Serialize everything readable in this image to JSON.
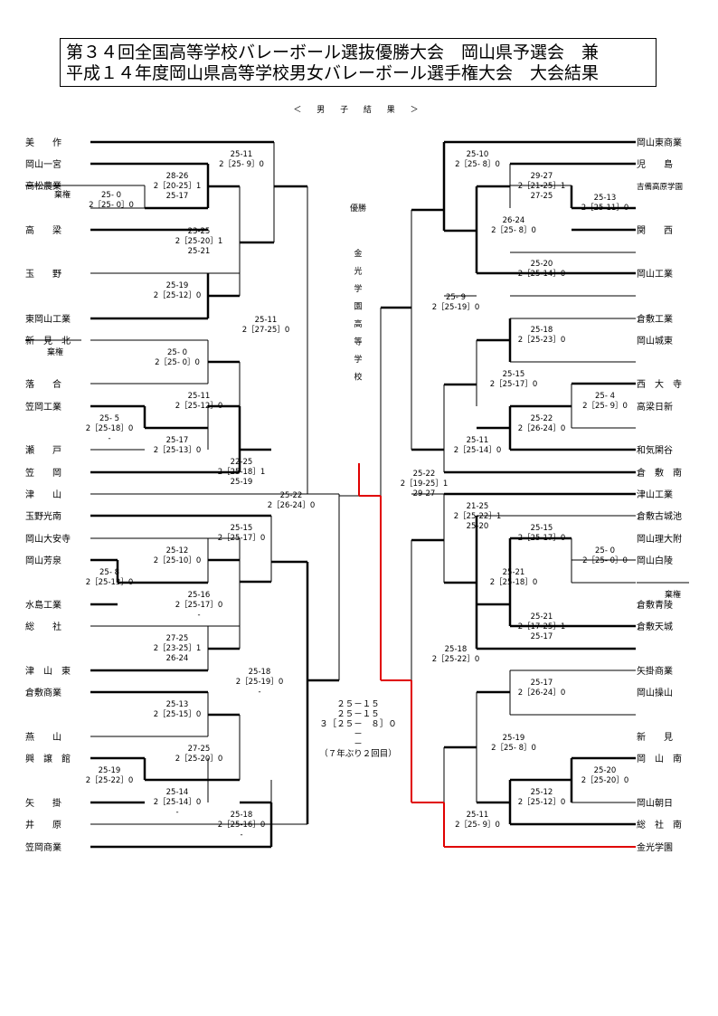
{
  "title": {
    "line1": "第３４回全国高等学校バレーボール選抜優勝大会　岡山県予選会　兼",
    "line2": "平成１４年度岡山県高等学校男女バレーボール選手権大会　大会結果"
  },
  "subtitle": "＜ 男 子 結 果 ＞",
  "left_teams": [
    "美　　作",
    "岡山一宮",
    "高松農業",
    "高　　梁",
    "玉　　野",
    "東岡山工業",
    "新　見　北",
    "落　　合",
    "笠岡工業",
    "瀬　　戸",
    "笠　　岡",
    "津　　山",
    "玉野光南",
    "岡山大安寺",
    "岡山芳泉",
    "水島工業",
    "総　　社",
    "津　山　東",
    "倉敷商業",
    "燕　　山",
    "興　譲　館",
    "矢　　掛",
    "井　　原",
    "笠岡商業"
  ],
  "right_teams": [
    "岡山東商業",
    "児　　島",
    "吉備高原学園",
    "関　　西",
    "岡山工業",
    "倉敷工業",
    "岡山城東",
    "西　大　寺",
    "高梁日新",
    "和気閑谷",
    "倉　敷　南",
    "津山工業",
    "倉敷古城池",
    "岡山理大附",
    "岡山白陵",
    "倉敷青陵",
    "倉敷天城",
    "矢掛商業",
    "岡山操山",
    "新　　見",
    "岡　山　南",
    "岡山朝日",
    "総　社　南",
    "金光学園"
  ],
  "forfeit_label": "棄権",
  "left_scores": [
    {
      "lines": [
        "25- 0",
        "2［25- 0］0"
      ]
    },
    {
      "lines": [
        "28-26",
        "2［20-25］1",
        "25-17"
      ]
    },
    {
      "lines": [
        "23-25",
        "2［25-20］1",
        "25-21"
      ]
    },
    {
      "lines": [
        "25-19",
        "2［25-12］0"
      ]
    },
    {
      "lines": [
        "25-11",
        "2［25- 9］0"
      ]
    },
    {
      "lines": [
        "25- 0",
        "2［25- 0］0"
      ]
    },
    {
      "lines": [
        "25- 5",
        "2［25-18］0",
        "-"
      ]
    },
    {
      "lines": [
        "25-11",
        "2［25-12］0"
      ]
    },
    {
      "lines": [
        "25-17",
        "2［25-13］0"
      ]
    },
    {
      "lines": [
        "22-25",
        "2［25-18］1",
        "25-19"
      ]
    },
    {
      "lines": [
        "25-11",
        "2［27-25］0"
      ]
    },
    {
      "lines": [
        "25-22",
        "2［26-24］0"
      ]
    },
    {
      "lines": [
        "25- 8",
        "2［25-13］0"
      ]
    },
    {
      "lines": [
        "25-12",
        "2［25-10］0"
      ]
    },
    {
      "lines": [
        "25-16",
        "2［25-17］0",
        "-"
      ]
    },
    {
      "lines": [
        "27-25",
        "2［23-25］1",
        "26-24"
      ]
    },
    {
      "lines": [
        "25-15",
        "2［25-17］0"
      ]
    },
    {
      "lines": [
        "25-13",
        "2［25-15］0"
      ]
    },
    {
      "lines": [
        "25-19",
        "2［25-22］0"
      ]
    },
    {
      "lines": [
        "27-25",
        "2［25-20］0"
      ]
    },
    {
      "lines": [
        "25-14",
        "2［25-14］0",
        "-"
      ]
    },
    {
      "lines": [
        "25-18",
        "2［25-16］0",
        "-"
      ]
    },
    {
      "lines": [
        "25-18",
        "2［25-19］0",
        "-"
      ]
    }
  ],
  "right_scores": [
    {
      "lines": [
        "25-10",
        "2［25- 8］0"
      ]
    },
    {
      "lines": [
        "29-27",
        "2［21-25］1",
        "27-25"
      ]
    },
    {
      "lines": [
        "25-13",
        "2［25-11］0"
      ]
    },
    {
      "lines": [
        "26-24",
        "2［25- 8］0"
      ]
    },
    {
      "lines": [
        "25-20",
        "2［25-14］0"
      ]
    },
    {
      "lines": [
        "25- 9",
        "2［25-19］0"
      ]
    },
    {
      "lines": [
        "25-18",
        "2［25-23］0"
      ]
    },
    {
      "lines": [
        "25-15",
        "2［25-17］0"
      ]
    },
    {
      "lines": [
        "25- 4",
        "2［25- 9］0"
      ]
    },
    {
      "lines": [
        "25-22",
        "2［26-24］0"
      ]
    },
    {
      "lines": [
        "25-11",
        "2［25-14］0"
      ]
    },
    {
      "lines": [
        "25-22",
        "2［19-25］1",
        "29-27"
      ]
    },
    {
      "lines": [
        "21-25",
        "2［25-22］1",
        "25-20"
      ]
    },
    {
      "lines": [
        "25-15",
        "2［25-17］0"
      ]
    },
    {
      "lines": [
        "25- 0",
        "2［25- 0］0"
      ]
    },
    {
      "lines": [
        "25-21",
        "2［25-18］0"
      ]
    },
    {
      "lines": [
        "25-21",
        "2［17-25］1",
        "25-17"
      ]
    },
    {
      "lines": [
        "25-18",
        "2［25-22］0"
      ]
    },
    {
      "lines": [
        "25-17",
        "2［26-24］0"
      ]
    },
    {
      "lines": [
        "25-19",
        "2［25- 8］0"
      ]
    },
    {
      "lines": [
        "25-20",
        "2［25-20］0"
      ]
    },
    {
      "lines": [
        "25-12",
        "2［25-12］0"
      ]
    },
    {
      "lines": [
        "25-11",
        "2［25- 9］0"
      ]
    }
  ],
  "champion": {
    "label": "優勝",
    "name": "金光学園高等学校"
  },
  "final": {
    "lines": [
      "２５－１５",
      "２５－１５",
      "３［２５－　８］０",
      "－",
      "－",
      "（７年ぶり２回目）"
    ]
  },
  "colors": {
    "winner_path": "#e00000",
    "line": "#000000"
  }
}
